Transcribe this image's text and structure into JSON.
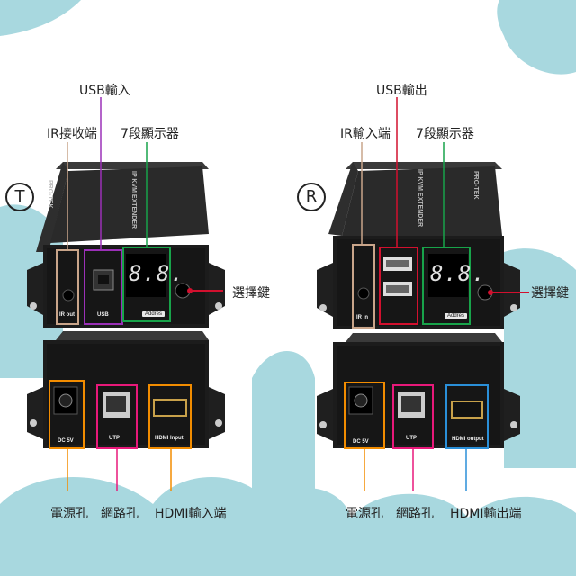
{
  "colors": {
    "sky": "#a8d8df",
    "orange": "#f28c00",
    "purple": "#9b30b8",
    "green": "#18a34a",
    "red": "#d2102e",
    "pink": "#e8197a",
    "blue": "#2a8fd8",
    "tan": "#c9a58a"
  },
  "left": {
    "marker": "T",
    "labels": {
      "usb": "USB輸入",
      "ir": "IR接收端",
      "display": "7段顯示器",
      "select": "選擇鍵",
      "power": "電源孔",
      "network": "網路孔",
      "hdmi": "HDMI輸入端"
    },
    "ports": {
      "ir": "IR out",
      "usb": "USB",
      "dc": "DC 5V",
      "utp": "UTP",
      "hdmi": "HDMI Input"
    },
    "display_digits": "8.8.",
    "address": "Addres",
    "brand": "PRO-TEK",
    "model": "IP KVM EXTENDER"
  },
  "right": {
    "marker": "R",
    "labels": {
      "usb": "USB輸出",
      "ir": "IR輸入端",
      "display": "7段顯示器",
      "select": "選擇鍵",
      "power": "電源孔",
      "network": "網路孔",
      "hdmi": "HDMI輸出端"
    },
    "ports": {
      "ir": "IR in",
      "dc": "DC 5V",
      "utp": "UTP",
      "hdmi": "HDMI output"
    },
    "display_digits": "8.8.",
    "address": "Addres",
    "brand": "PRO-TEK",
    "model": "IP KVM EXTENDER"
  }
}
